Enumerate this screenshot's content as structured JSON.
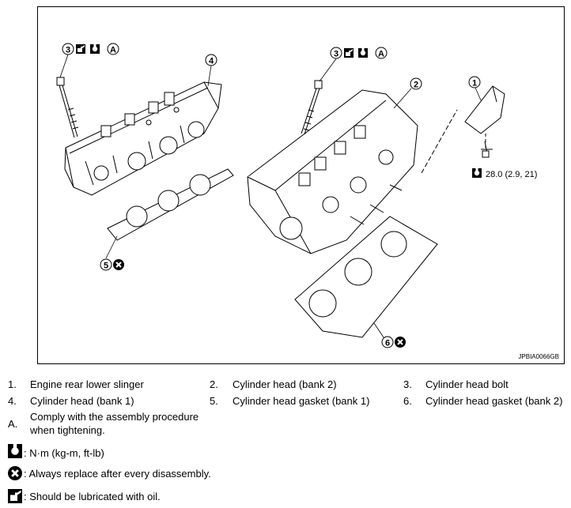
{
  "figure": {
    "code": "JPBIA0066GB",
    "callouts": {
      "c1": "1",
      "c2": "2",
      "c3a": "3",
      "c3b": "3",
      "c4": "4",
      "c5": "5",
      "c6": "6",
      "ca": "A",
      "cb": "A"
    },
    "torque": "28.0 (2.9, 21)"
  },
  "legend": {
    "items": [
      {
        "num": "1.",
        "text": "Engine rear lower slinger"
      },
      {
        "num": "2.",
        "text": "Cylinder head (bank 2)"
      },
      {
        "num": "3.",
        "text": "Cylinder head bolt"
      },
      {
        "num": "4.",
        "text": "Cylinder head (bank 1)"
      },
      {
        "num": "5.",
        "text": "Cylinder head gasket (bank 1)"
      },
      {
        "num": "6.",
        "text": "Cylinder head gasket (bank 2)"
      }
    ],
    "a_label": "A.",
    "a_line1": "Comply with the assembly procedure",
    "a_line2": "when tightening."
  },
  "symbols": {
    "torque": ": N·m (kg-m, ft-lb)",
    "replace": ": Always replace after every disassembly.",
    "oil": ": Should be lubricated with oil."
  },
  "icons": {
    "torque": "torque-wrench-icon",
    "replace": "replace-x-icon",
    "oil": "oil-can-icon"
  }
}
